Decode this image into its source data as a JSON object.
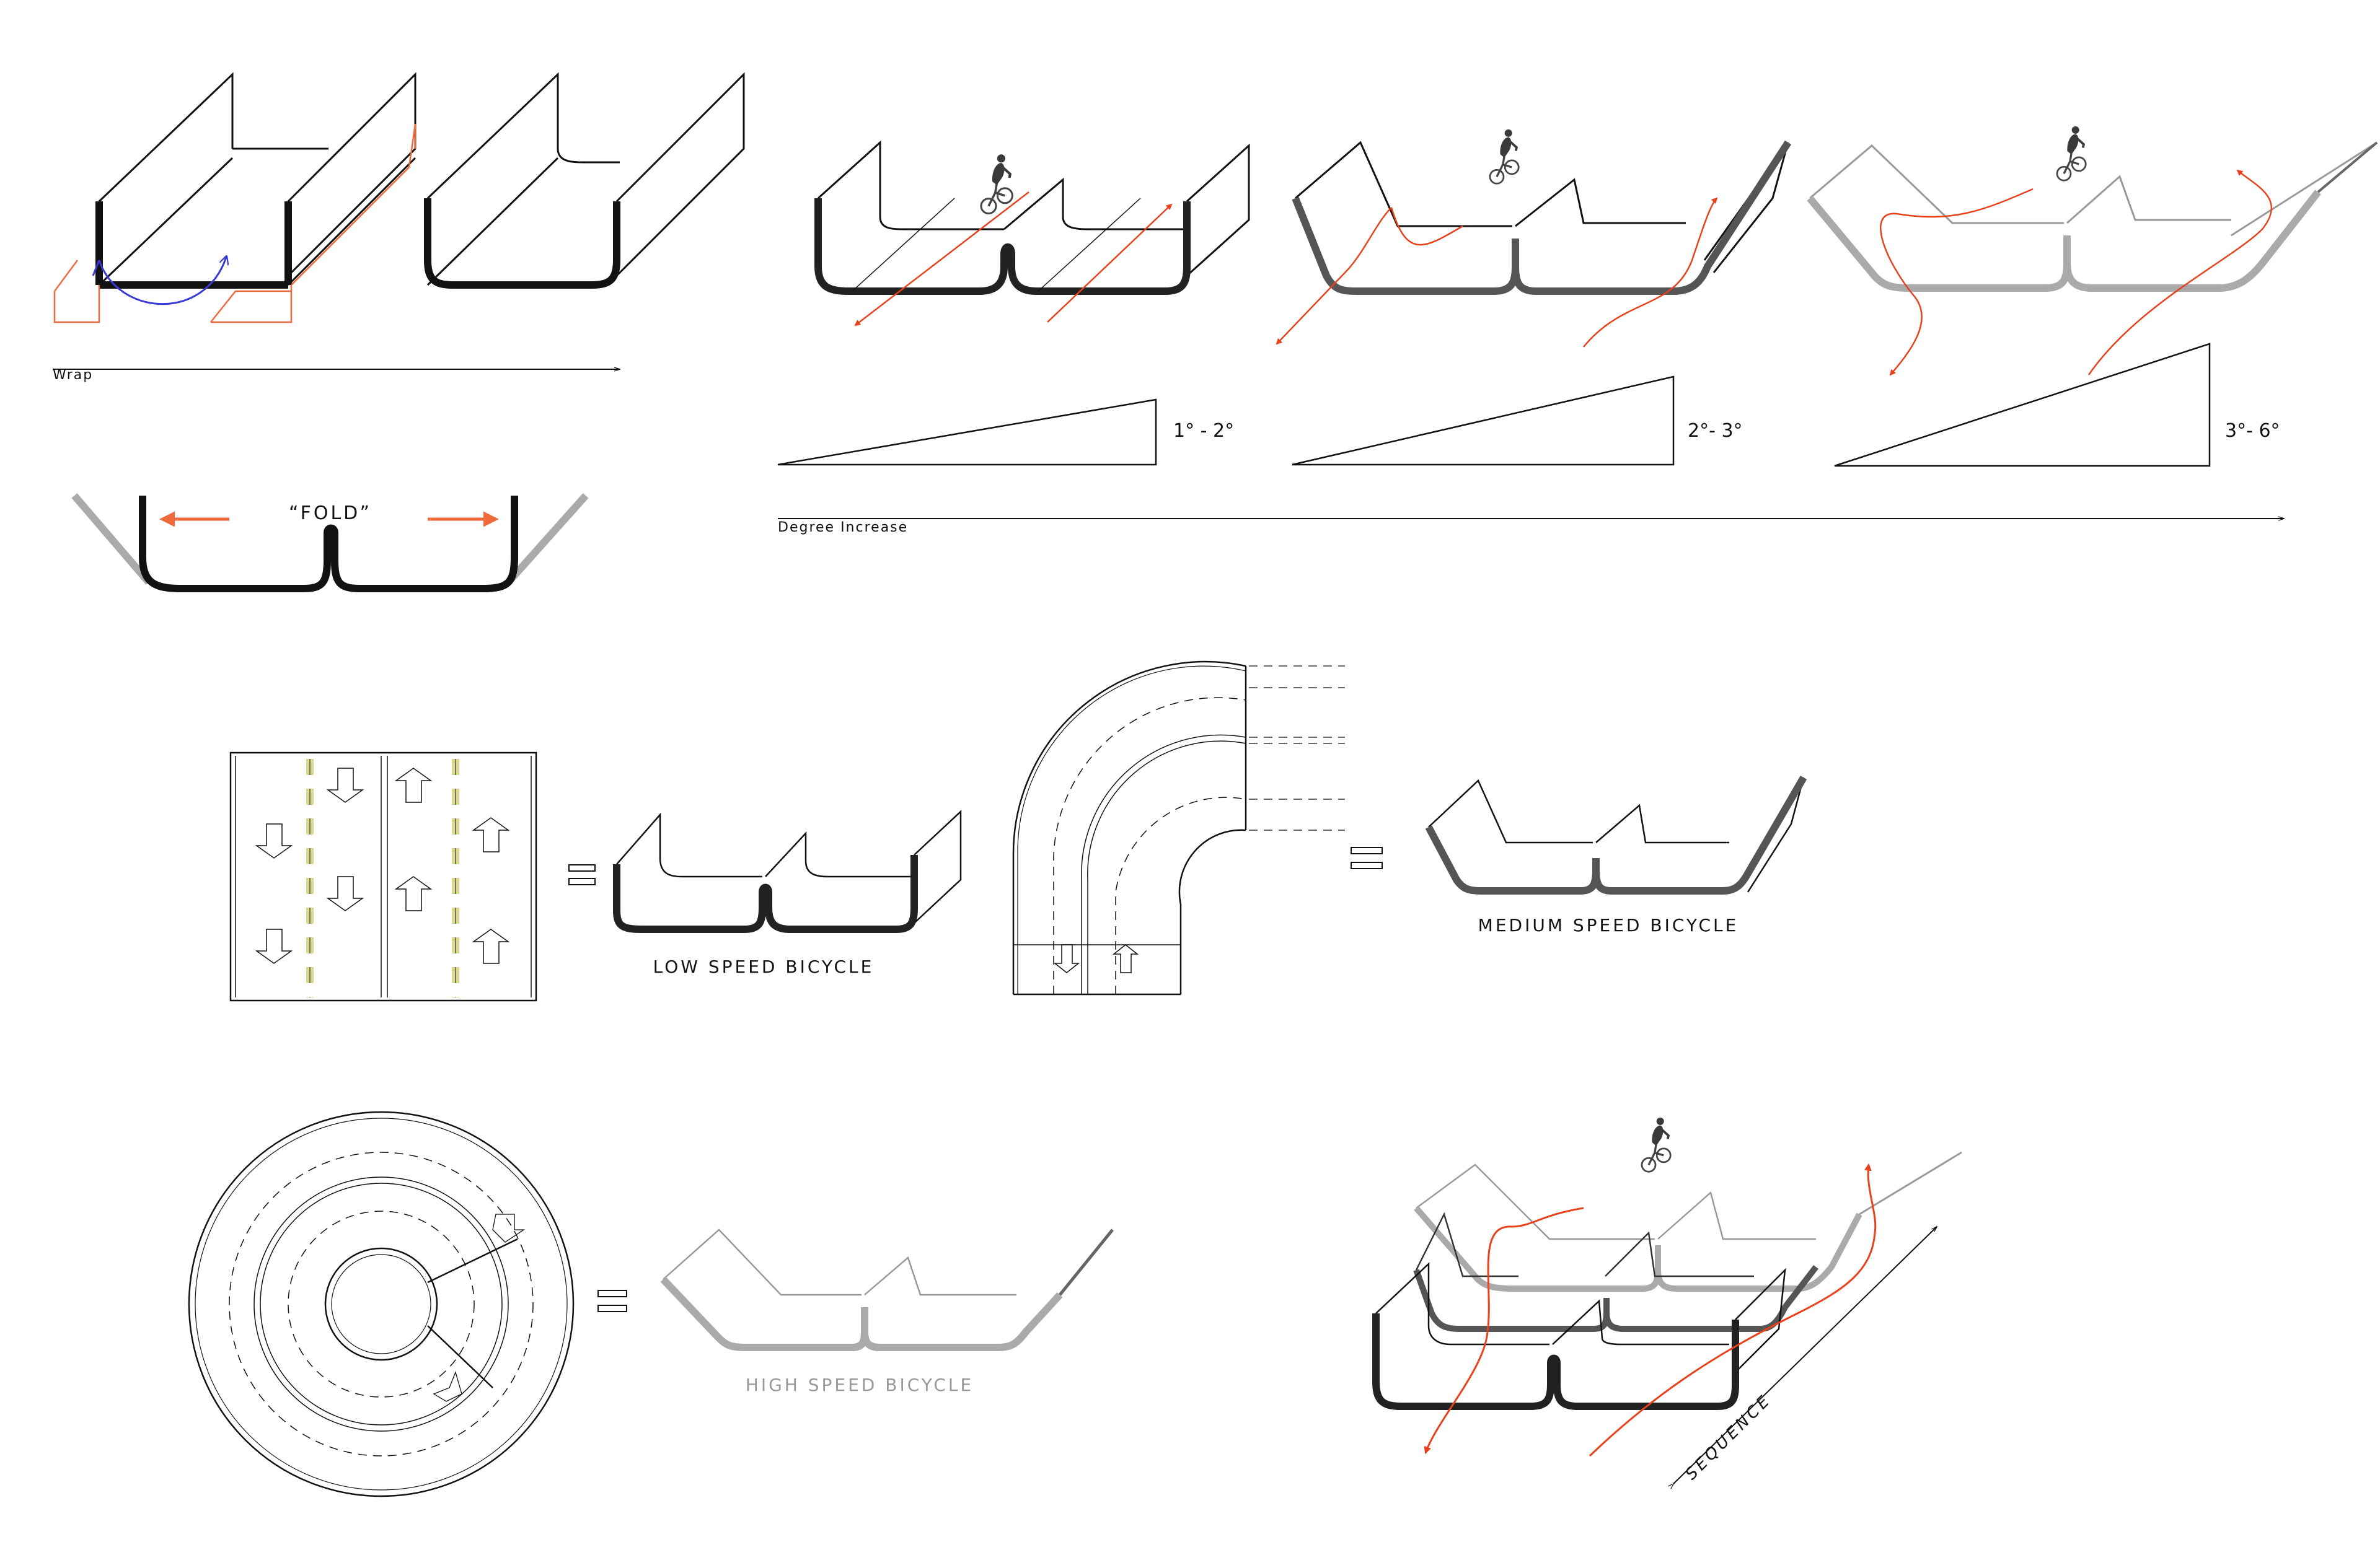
{
  "labels": {
    "wrap": "Wrap",
    "fold": "“FOLD”",
    "degree_increase": "Degree Increase",
    "slope_1": "1° - 2°",
    "slope_2": "2°- 3°",
    "slope_3": "3°- 6°",
    "low_speed": "LOW SPEED BICYCLE",
    "medium_speed": "MEDIUM SPEED BICYCLE",
    "high_speed": "HIGH SPEED BICYCLE",
    "sequence": "SEQUENCE"
  },
  "colors": {
    "line": "#111111",
    "profile_dark": "#1b1b1b",
    "profile_mid": "#555555",
    "profile_light": "#aaaaaa",
    "accent_red": "#e8421c",
    "accent_orange": "#ee6a3a",
    "accent_blue": "#3a3ad6",
    "lane_yellow": "#d8d890"
  },
  "icons": {
    "equals": "equals-sign-icon",
    "cyclist": "cyclist-icon",
    "arrow": "arrow-icon"
  }
}
